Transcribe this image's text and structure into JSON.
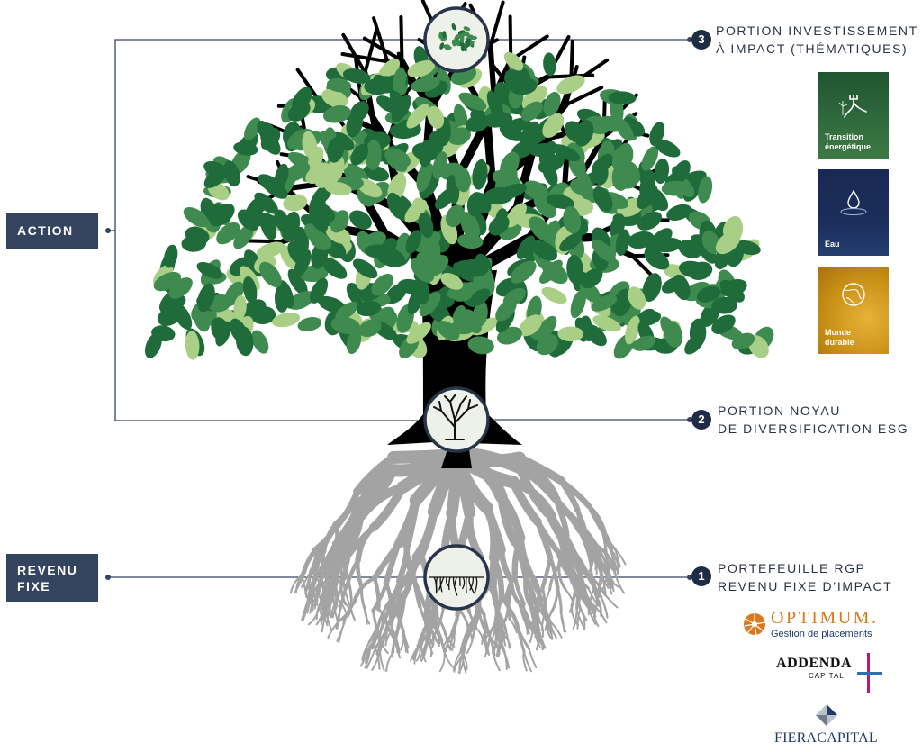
{
  "left_labels": {
    "action": "ACTION",
    "fixed_income": [
      "REVENU",
      "FIXE"
    ]
  },
  "tiers": [
    {
      "number": "3",
      "lines": [
        "PORTION INVESTISSEMENT",
        "À IMPACT (THÉMATIQUES)"
      ]
    },
    {
      "number": "2",
      "lines": [
        "PORTION NOYAU",
        "DE DIVERSIFICATION ESG"
      ]
    },
    {
      "number": "1",
      "lines": [
        "PORTEFEUILLE RGP",
        "REVENU FIXE D’IMPACT"
      ]
    }
  ],
  "themes": [
    {
      "lines": [
        "Transition",
        "énergétique"
      ],
      "color": "#2f6a3c",
      "icon": "wind-turbine-plug-icon"
    },
    {
      "lines": [
        "Eau"
      ],
      "color": "#1b2d5a",
      "icon": "water-drop-icon"
    },
    {
      "lines": [
        "Monde",
        "durable"
      ],
      "color": "#c99116",
      "icon": "globe-hands-icon"
    }
  ],
  "logos": {
    "optimum": {
      "name": "OPTIMUM.",
      "subtitle": "Gestion de placements"
    },
    "addenda": {
      "name": "ADDENDA",
      "subtitle": "CAPITAL"
    },
    "fiera": {
      "name": "FIERACAPITAL"
    }
  },
  "colors": {
    "navy": "#34445e",
    "leaf_dark": "#1f6b3a",
    "leaf_mid": "#3f8a4f",
    "leaf_light": "#a8cf85",
    "trunk": "#000000",
    "roots": "#a3a3a3",
    "optimum_orange": "#d97a1e",
    "addenda_blue": "#2d6fb7",
    "addenda_magenta": "#b5197c"
  }
}
